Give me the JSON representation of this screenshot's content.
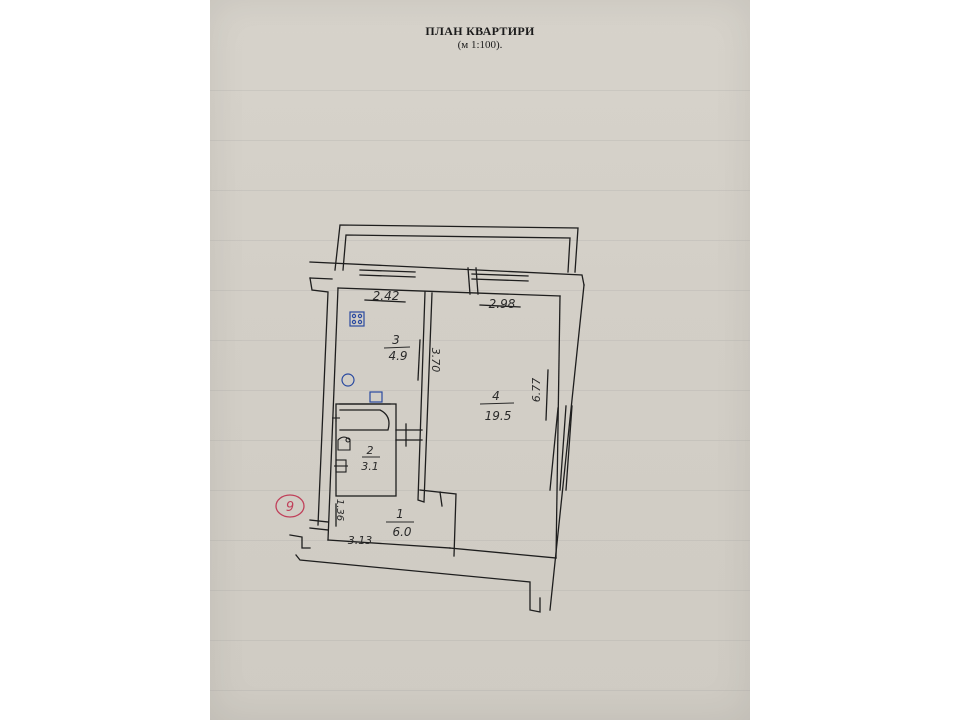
{
  "document": {
    "title": "ПЛАН КВАРТИРИ",
    "scale": "(м 1:100)."
  },
  "apartment_number": "9",
  "rooms": [
    {
      "number": "1",
      "area": "6.0"
    },
    {
      "number": "2",
      "area": "3.1"
    },
    {
      "number": "3",
      "area": "4.9"
    },
    {
      "number": "4",
      "area": "19.5"
    }
  ],
  "dimensions": {
    "kitchen_width": "2.42",
    "living_width": "2.98",
    "kitchen_length": "3.70",
    "living_length": "6.77",
    "hall_length": "3.13",
    "hall_width": "1.36"
  },
  "colors": {
    "paper": "#d3cfc7",
    "ink": "#1e1e1e",
    "fixture_blue": "#2a4aa0",
    "annotation_red": "#c0405a"
  }
}
